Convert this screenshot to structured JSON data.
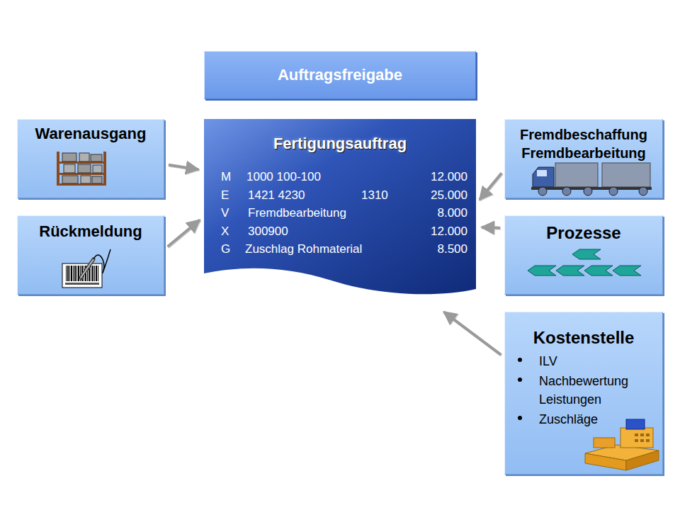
{
  "diagram": {
    "nodes": [
      {
        "text": [
          "Auftragsfreigabe"
        ]
      },
      {
        "text": [
          "Warenausgang"
        ]
      },
      {
        "text": [
          "Rückmeldung"
        ]
      },
      {
        "text": [
          "Fertigungsauftrag",
          "M",
          "1000 100-100",
          "12.000",
          "E",
          "1421 4230",
          "1310",
          "25.000",
          "V",
          "Fremdbearbeitung",
          "8.000",
          "X",
          "300900",
          "12.000",
          "G",
          "Zuschlag Rohmaterial",
          "8.500"
        ]
      },
      {
        "text": [
          "Fremdbeschaffung Fremdbearbeitung"
        ]
      },
      {
        "text": [
          "Prozesse"
        ]
      },
      {
        "text": [
          "Kostenstelle",
          "ILV",
          "Nachbewertung Leistungen",
          "Zuschläge"
        ]
      }
    ],
    "edges": [
      {
        "from": 1,
        "to": 3,
        "arrow": "to"
      },
      {
        "from": 2,
        "to": 3,
        "arrow": "to"
      },
      {
        "from": 4,
        "to": 3,
        "arrow": "to"
      },
      {
        "from": 5,
        "to": 3,
        "arrow": "to"
      },
      {
        "from": 6,
        "to": 3,
        "arrow": "to"
      }
    ]
  }
}
